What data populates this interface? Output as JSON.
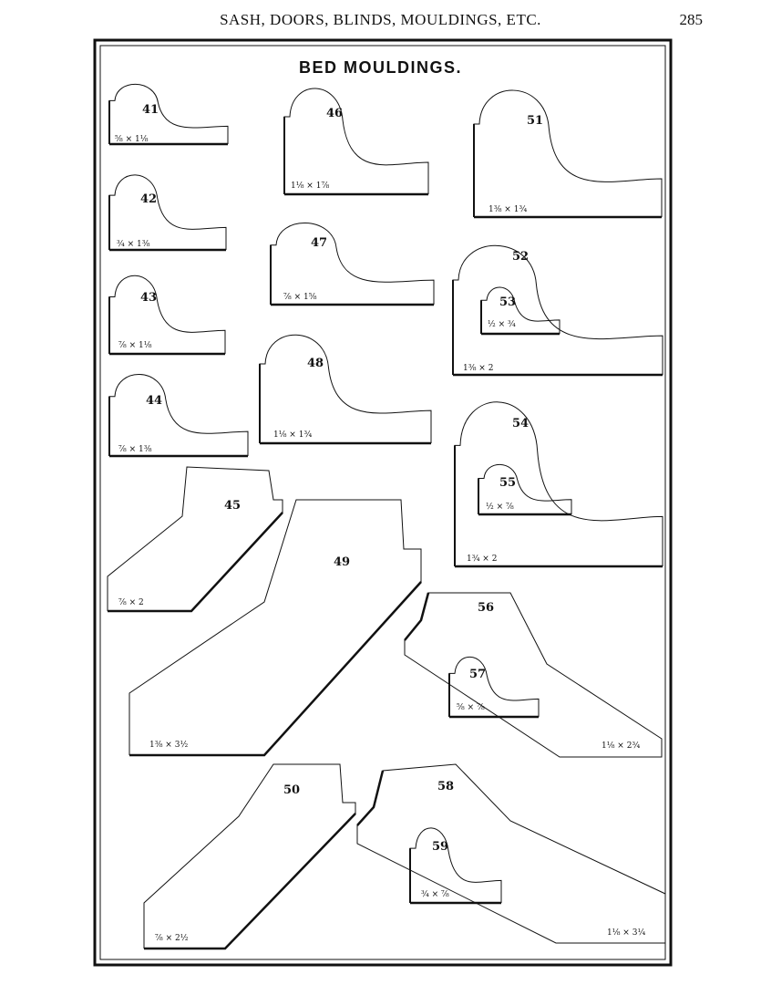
{
  "header": {
    "running_title": "SASH, DOORS, BLINDS, MOULDINGS, ETC.",
    "page_number": "285"
  },
  "plate": {
    "title": "BED MOULDINGS.",
    "mouldings": [
      {
        "number": "41",
        "size": "⅝ × 1⅛"
      },
      {
        "number": "42",
        "size": "¾ × 1⅜"
      },
      {
        "number": "43",
        "size": "⅞ × 1⅛"
      },
      {
        "number": "44",
        "size": "⅞ × 1⅜"
      },
      {
        "number": "45",
        "size": "⅞ × 2"
      },
      {
        "number": "46",
        "size": "1⅛ × 1⅞"
      },
      {
        "number": "47",
        "size": "⅞ × 1⅝"
      },
      {
        "number": "48",
        "size": "1⅛ × 1¾"
      },
      {
        "number": "49",
        "size": "1⅜ × 3½"
      },
      {
        "number": "50",
        "size": "⅞ × 2½"
      },
      {
        "number": "51",
        "size": "1⅜ × 1¾"
      },
      {
        "number": "52",
        "size": "1⅜ × 2"
      },
      {
        "number": "53",
        "size": "½ × ¾"
      },
      {
        "number": "54",
        "size": "1¾ × 2"
      },
      {
        "number": "55",
        "size": "½ × ⅞"
      },
      {
        "number": "56",
        "size": "1⅛ × 2¾"
      },
      {
        "number": "57",
        "size": "⅝ × ⅞"
      },
      {
        "number": "58",
        "size": "1⅛ × 3¼"
      },
      {
        "number": "59",
        "size": "¾ × ⅞"
      }
    ]
  }
}
